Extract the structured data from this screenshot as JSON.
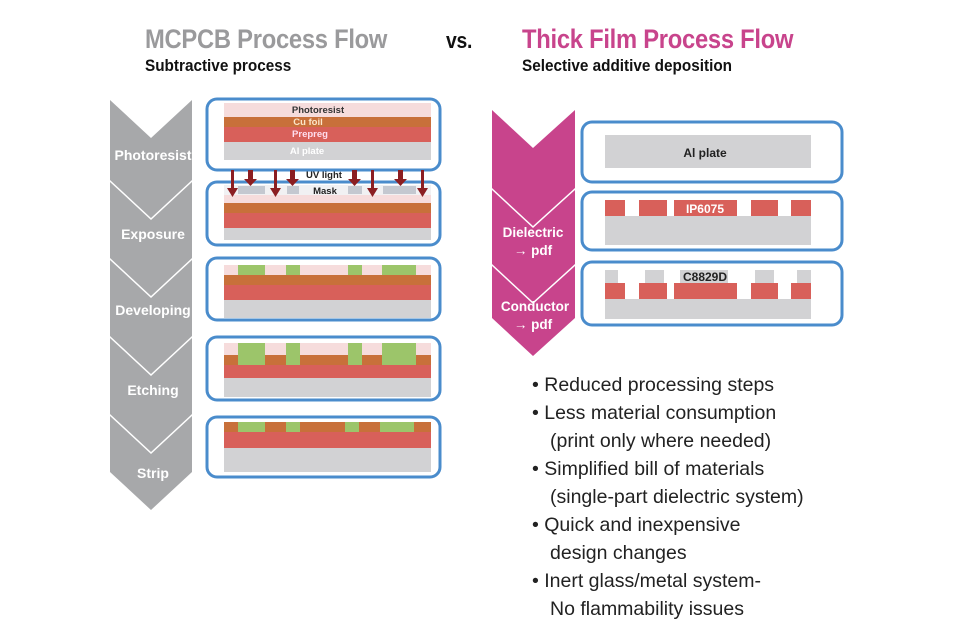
{
  "left": {
    "title": "MCPCB Process Flow",
    "subtitle": "Subtractive process",
    "steps": [
      "Photoresist",
      "Exposure",
      "Developing",
      "Etching",
      "Strip"
    ],
    "layer_labels": {
      "photoresist": "Photoresist",
      "cu_foil": "Cu foil",
      "prepreg": "Prepreg",
      "al_plate": "Al plate",
      "uv_light": "UV light",
      "mask": "Mask"
    }
  },
  "vs": "vs.",
  "right": {
    "title": "Thick Film Process Flow",
    "subtitle": "Selective additive deposition",
    "steps": [
      "",
      "Dielectric\n→ pdf",
      "Conductor\n→ pdf"
    ],
    "step_lines": [
      [
        "Dielectric",
        "→ pdf"
      ],
      [
        "Conductor",
        "→ pdf"
      ]
    ],
    "layer_labels": {
      "al_plate": "Al plate",
      "dielectric": "IP6075",
      "conductor": "C8829D"
    },
    "bullets": [
      [
        "• Reduced processing steps"
      ],
      [
        "• Less material consumption",
        "  (print only where needed)"
      ],
      [
        "• Simplified bill of materials",
        "  (single-part dielectric system)"
      ],
      [
        "• Quick and inexpensive",
        "  design changes"
      ],
      [
        "• Inert glass/metal system-",
        "  No flammability issues"
      ]
    ]
  },
  "colors": {
    "left_title": "#9a9a9c",
    "right_accent": "#c8448c",
    "chevron_grey": "#a7a8aa",
    "box_border": "#4a8ccc",
    "photoresist": "#f6dcdc",
    "cu_foil": "#c8703a",
    "prepreg": "#d8605a",
    "al_plate": "#d2d2d4",
    "developed_resist": "#9cc56a",
    "uv_arrow": "#8b1e22"
  }
}
